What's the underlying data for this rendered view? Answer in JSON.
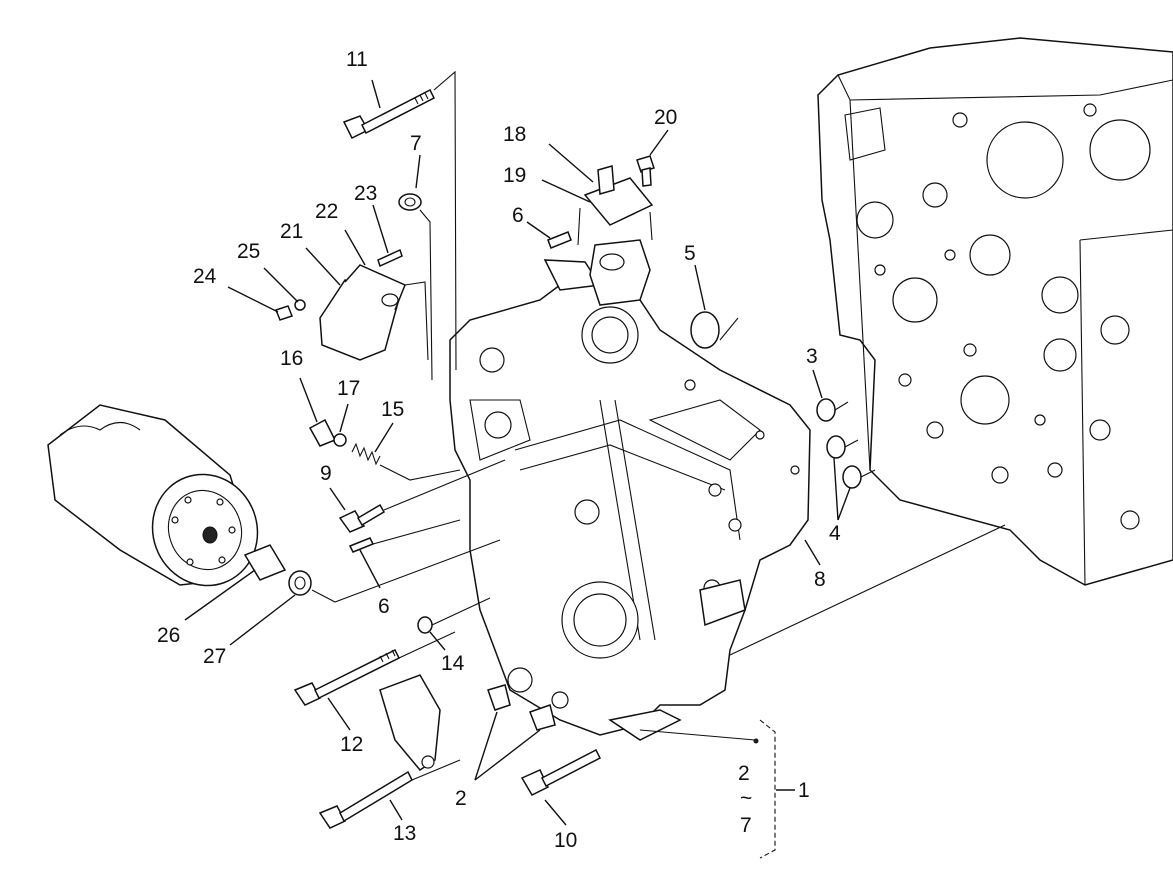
{
  "callouts": {
    "n1": "1",
    "n2a": "2",
    "n2b": "2",
    "n3": "3",
    "n4": "4",
    "n5": "5",
    "n6a": "6",
    "n6b": "6",
    "n7a": "7",
    "n7b": "7",
    "n8": "8",
    "n9": "9",
    "n10": "10",
    "n11": "11",
    "n12": "12",
    "n13": "13",
    "n14": "14",
    "n15": "15",
    "n16": "16",
    "n17": "17",
    "n18": "18",
    "n19": "19",
    "n20": "20",
    "n21": "21",
    "n22": "22",
    "n23": "23",
    "n24": "24",
    "n25": "25",
    "n26": "26",
    "n27": "27",
    "tilde": "~"
  }
}
